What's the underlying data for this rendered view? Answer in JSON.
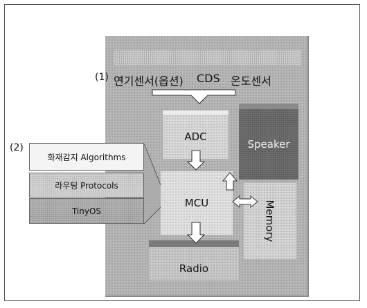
{
  "callouts": {
    "one": "(1)",
    "two": "(2)"
  },
  "sensors": {
    "smoke": "연기센서(옵션)",
    "cds": "CDS",
    "temp": "온도센서"
  },
  "hardware": {
    "adc": "ADC",
    "speaker": "Speaker",
    "mcu": "MCU",
    "memory": "Memory",
    "radio": "Radio"
  },
  "software_stack": [
    "화재감지 Algorithms",
    "라우팅 Protocols",
    "TinyOS"
  ]
}
